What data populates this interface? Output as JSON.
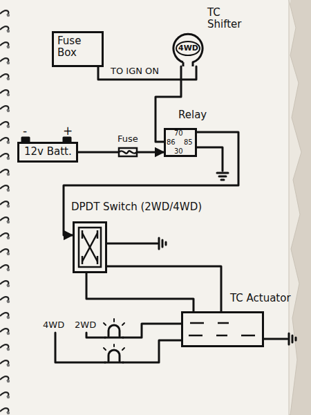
{
  "diagram": {
    "nodes": [
      {
        "text": [
          "Fuse Box"
        ]
      },
      {
        "text": [
          "TC Shifter",
          "4WD"
        ]
      },
      {
        "text": [
          "Relay"
        ]
      },
      {
        "text": [
          "12v Batt."
        ]
      },
      {
        "text": [
          "DPDT Switch (2WD/4WD)"
        ]
      },
      {
        "text": [
          "TC Actuator"
        ]
      }
    ],
    "edges": [
      {
        "from": 0,
        "to": 1,
        "arrow": "none",
        "label": "TO IGN ON"
      },
      {
        "from": 1,
        "to": 2,
        "arrow": "none"
      },
      {
        "from": 3,
        "to": 2,
        "arrow": "to"
      },
      {
        "from": 2,
        "to": 4,
        "arrow": "to"
      },
      {
        "from": 4,
        "to": 5,
        "arrow": "none"
      },
      {
        "from": 4,
        "to": 5,
        "arrow": "none"
      }
    ],
    "labels": [
      "70",
      "86",
      "85",
      "30",
      "-",
      "+",
      "Fuse",
      "4WD",
      "2WD"
    ]
  }
}
